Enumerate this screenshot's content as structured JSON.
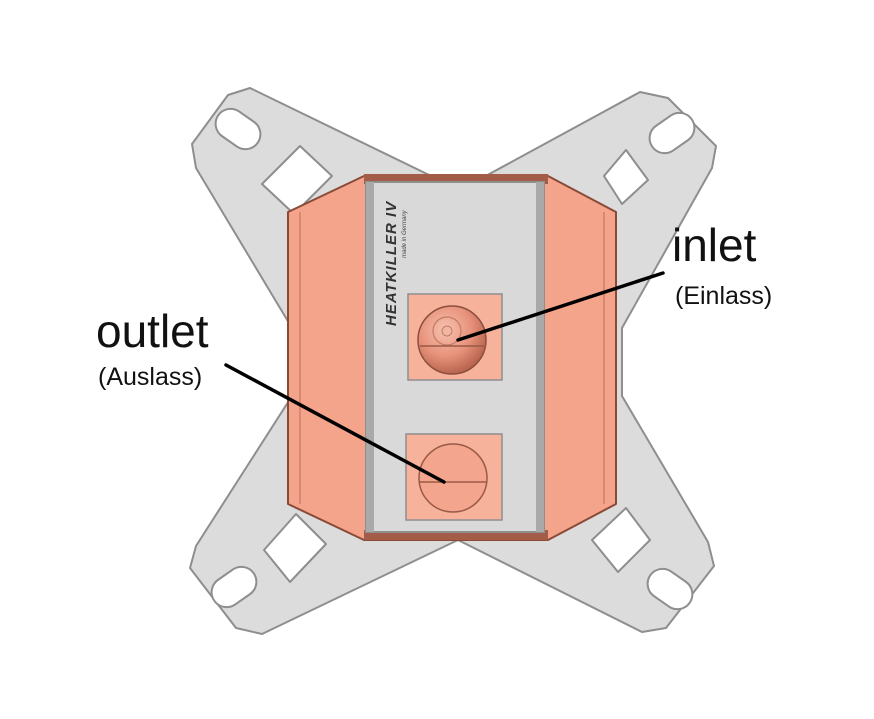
{
  "product": {
    "brand_text": "HEATKILLER IV",
    "sub_text": "made in Germany"
  },
  "labels": {
    "inlet": "inlet",
    "inlet_sub": "(Einlass)",
    "outlet": "outlet",
    "outlet_sub": "(Auslass)"
  },
  "colors": {
    "bracket": "#dcdcdc",
    "bracket_stroke": "#8e8e8e",
    "copper": "#f4a48a",
    "copper_dark": "#a35c47",
    "top_plate": "#d9d9d9"
  }
}
